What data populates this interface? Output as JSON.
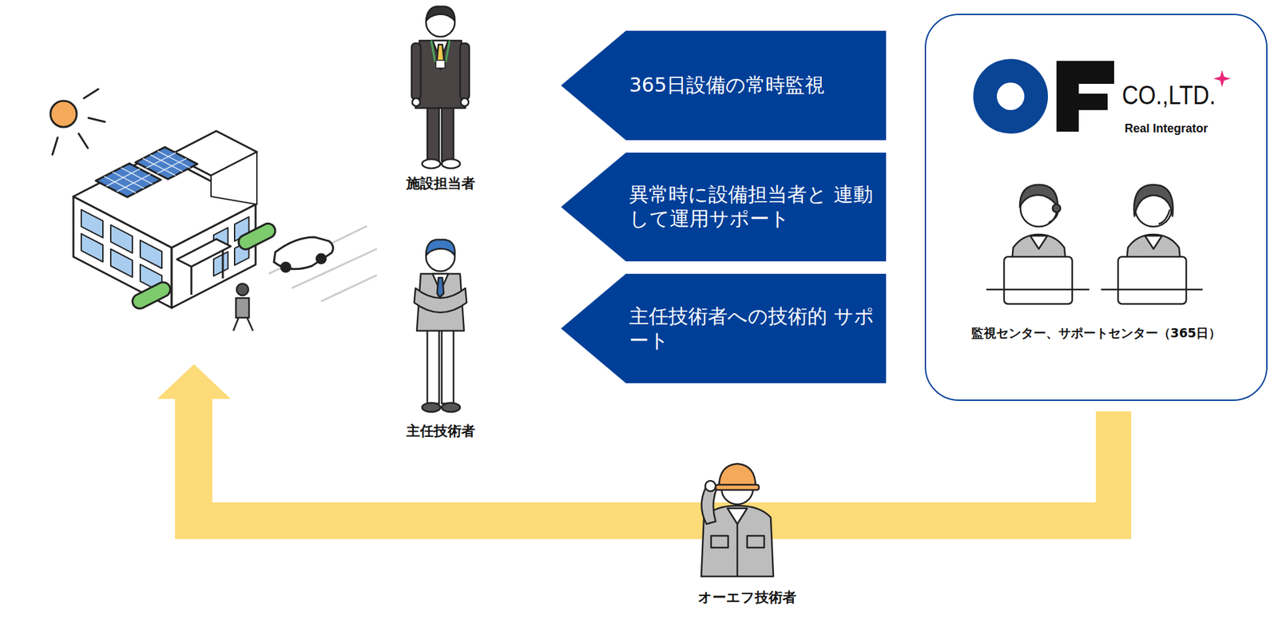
{
  "diagram": {
    "nodes": [
      {
        "text": [
          "365日設備の常時監視"
        ]
      },
      {
        "text": [
          "異常時に設備担当者と 連動して運用サポート"
        ]
      },
      {
        "text": [
          "主任技術者への技術的 サポート"
        ]
      },
      {
        "text": [
          "監視センター、サポートセンター（365日）"
        ]
      }
    ],
    "labels": [
      "CO.,LTD.",
      "Real Integrator",
      "施設担当者",
      "主任技術者",
      "オーエフ技術者"
    ]
  }
}
